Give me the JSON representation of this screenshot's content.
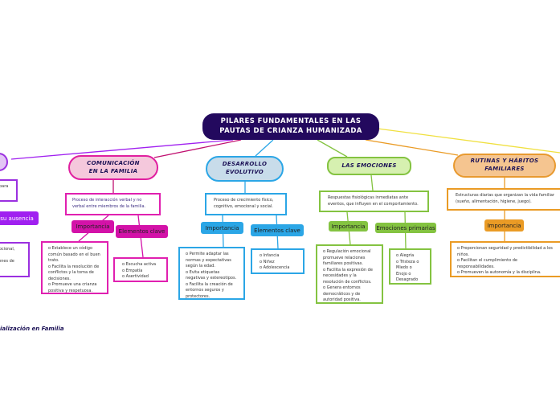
{
  "central": {
    "title": "PILARES FUNDAMENTALES EN LAS PAUTAS DE CRIANZA HUMANIZADA"
  },
  "left_branch": {
    "box1": "para",
    "badge": "su ausencia",
    "box2": "mocional,\nra\nciones de",
    "footer": "ialización en Familia"
  },
  "comunicacion": {
    "title": "COMUNICACIÓN EN LA FAMILIA",
    "description": "Proceso de interacción verbal y no verbal entre miembros de la familia.",
    "importancia_label": "Importancia",
    "importancia_items": "o Establece un código común basado en el buen trato.\no Facilita la resolución de conflictos y la toma de decisiones.\no Promueve una crianza positiva y respetuosa.",
    "elementos_label": "Elementos clave",
    "elementos_items": "o Escucha activa\no Empatía\no Asertividad"
  },
  "desarrollo": {
    "title": "DESARROLLO EVOLUTIVO",
    "description": "Proceso de crecimiento físico, cognitivo, emocional y social.",
    "importancia_label": "Importancia",
    "importancia_items": "o Permite adaptar las normas y expectativas según la edad.\no Evita etiquetas negativas y estereotipos.\no Facilita la creación de entornos seguros y protectores.",
    "elementos_label": "Elementos clave",
    "elementos_items": "o Infancia\no Niñez\no Adolescencia"
  },
  "emociones": {
    "title": "LAS EMOCIONES",
    "description": "Respuestas fisiológicas inmediatas ante eventos, que influyen en el comportamiento.",
    "importancia_label": "Importancia",
    "importancia_items": "o Regulación emocional promueve relaciones familiares positivas.\no Facilita la expresión de necesidades y la resolución de conflictos.\no Genera entornos democráticos y de autoridad positiva.",
    "primarias_label": "Emociones primarias",
    "primarias_items": "o Alegría\no Tristeza   o\nMiedo       o\nEnojo       o\nDesagrado"
  },
  "rutinas": {
    "title": "RUTINAS Y HÁBITOS FAMILIARES",
    "description": "Estructuras diarias que organizan la vida familiar (sueño, alimentación, higiene, juego).",
    "importancia_label": "Importancia",
    "importancia_items": "o      Proporcionan seguridad y predictibilidad a los niños.\no      Facilitan el cumplimiento de responsabilidades.\no      Promueven la autonomía y la disciplina."
  },
  "colors": {
    "central": "#23095e",
    "purple": "#a020f0",
    "magenta": "#d312a8",
    "blue": "#2ba6e6",
    "green": "#84c341",
    "orange": "#ea9b25",
    "yellow": "#f0e040"
  }
}
